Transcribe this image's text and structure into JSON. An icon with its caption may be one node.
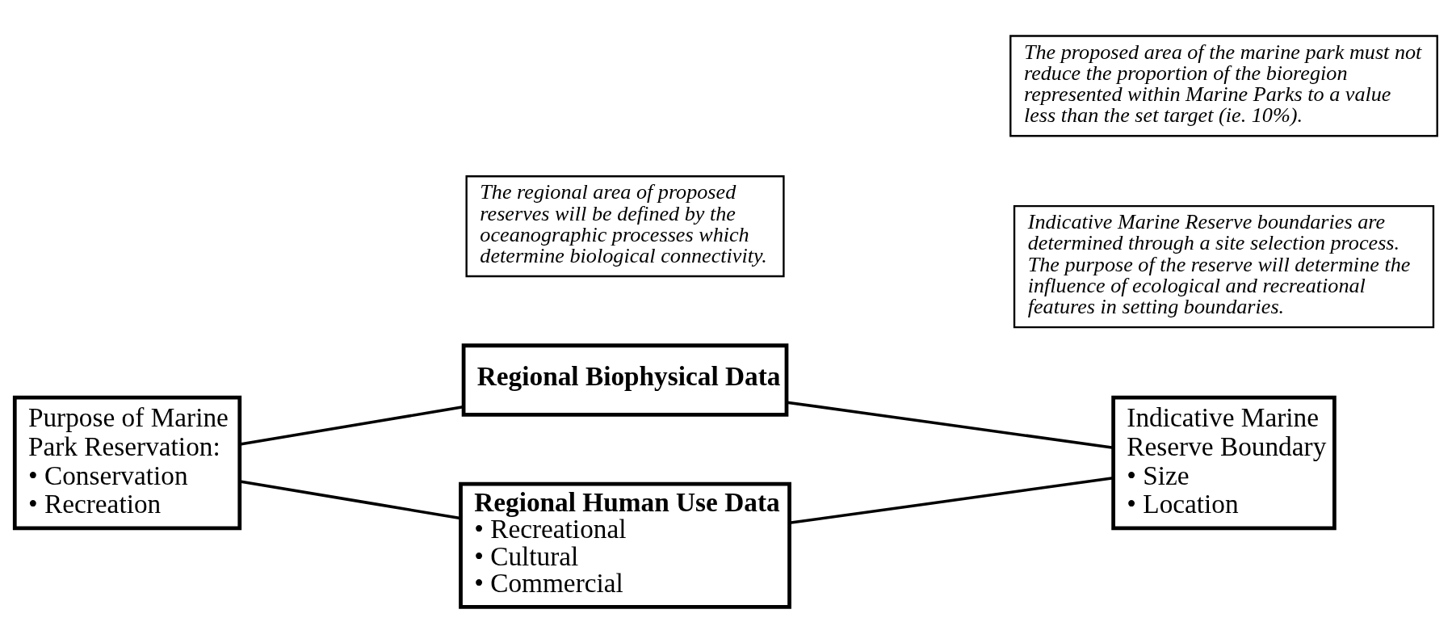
{
  "diagram": {
    "nodes": [
      {
        "text": [
          "Purpose of Marine Park Reservation:",
          "• Conservation",
          "• Recreation"
        ]
      },
      {
        "text": [
          "Regional Biophysical Data"
        ]
      },
      {
        "text": [
          "Regional Human Use Data",
          "• Recreational",
          "• Cultural",
          "• Commercial"
        ]
      },
      {
        "text": [
          "Indicative Marine Reserve Boundary",
          "• Size",
          "• Location"
        ]
      },
      {
        "text": [
          "The regional area of proposed reserves will be defined by the oceanographic processes which determine biological connectivity."
        ]
      },
      {
        "text": [
          "Indicative Marine Reserve boundaries are determined through a site selection process.  The purpose of the reserve will determine the influence of ecological and recreational features in setting boundaries."
        ]
      },
      {
        "text": [
          "The proposed area of the marine park must not reduce the proportion of the bioregion represented within Marine Parks to a value less than the set target (ie. 10%)."
        ]
      }
    ],
    "edges": [
      {
        "from": 0,
        "to": 1,
        "arrow": "none"
      },
      {
        "from": 0,
        "to": 2,
        "arrow": "none"
      },
      {
        "from": 1,
        "to": 3,
        "arrow": "none"
      },
      {
        "from": 2,
        "to": 3,
        "arrow": "none"
      }
    ]
  }
}
